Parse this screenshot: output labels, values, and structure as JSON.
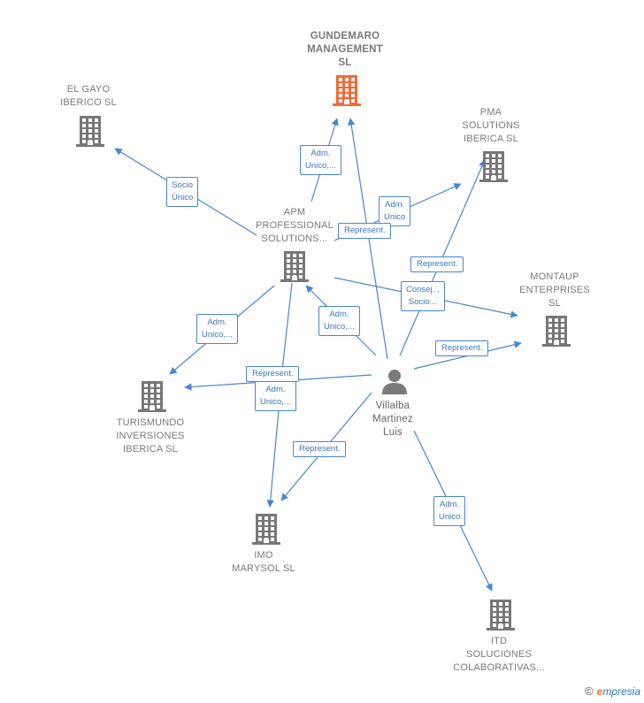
{
  "nodes": {
    "gundemaro": {
      "label": "GUNDEMARO\nMANAGEMENT\nSL",
      "color": "#f06a3a"
    },
    "elgayo": {
      "label": "EL GAYO\nIBERICO  SL",
      "color": "#777777"
    },
    "pma": {
      "label": "PMA\nSOLUTIONS\nIBERICA  SL",
      "color": "#777777"
    },
    "apm": {
      "label": "APM\nPROFESSIONAL\nSOLUTIONS...",
      "color": "#777777"
    },
    "montaup": {
      "label": "MONTAUP\nENTERPRISES\nSL",
      "color": "#777777"
    },
    "turismundo": {
      "label": "TURISMUNDO\nINVERSIONES\nIBERICA  SL",
      "color": "#777777"
    },
    "imo": {
      "label": "IMO\nMARYSOL  SL",
      "color": "#777777"
    },
    "itd": {
      "label": "ITD\nSOLUCIONES\nCOLABORATIVAS...",
      "color": "#777777"
    },
    "villalba": {
      "label": "Villalba\nMartinez\nLuis",
      "color": "#777777"
    }
  },
  "edge_labels": {
    "apm_gundemaro": "Adm.\nUnico,...",
    "apm_elgayo": "Socio\nÚnico",
    "apm_pma": "Adm.\nUnico",
    "villalba_gundemaro": "Represent.",
    "villalba_pma": "Represent.",
    "apm_montaup": "Consej. ,\nSocio...",
    "villalba_apm": "Adm.\nUnico,...",
    "apm_turismundo": "Adm.\nUnico,...",
    "villalba_montaup": "Represent.",
    "villalba_turismundo": "Represent.",
    "apm_imo": "Adm.\nUnico,...",
    "villalba_imo": "Represent.",
    "villalba_itd": "Adm.\nUnico"
  },
  "footer": {
    "copyright": "©",
    "brand_e": "e",
    "brand_rest": "mpresia"
  },
  "colors": {
    "edge": "#4a86d0",
    "building": "#777777",
    "highlight": "#f06a3a"
  },
  "icons": {
    "company": "building-icon",
    "person": "person-icon"
  }
}
